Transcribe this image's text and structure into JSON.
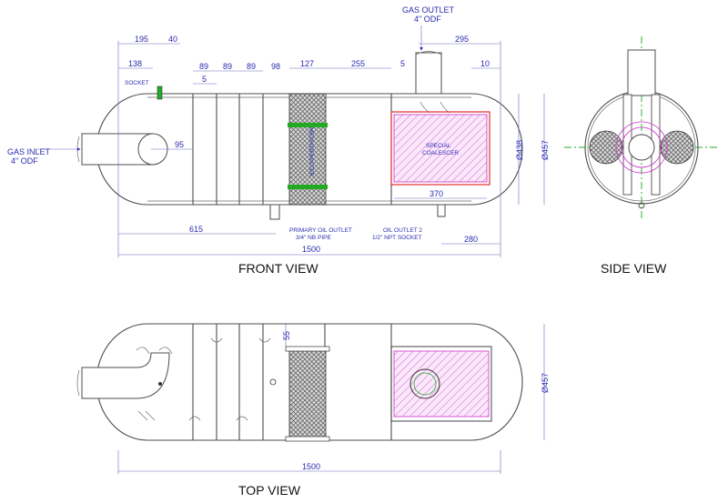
{
  "views": {
    "front": "FRONT VIEW",
    "side": "SIDE VIEW",
    "top": "TOP VIEW"
  },
  "labels": {
    "gas_inlet": "GAS INLET",
    "gas_inlet_size": "4\" ODF",
    "gas_outlet": "GAS OUTLET",
    "gas_outlet_size": "4\" ODF",
    "socket": "SOCKET",
    "primary_outlet": "PRIMARY OIL OUTLET",
    "primary_outlet_size": "3/4\" NB PIPE",
    "oil_outlet_2": "OIL OUTLET 2",
    "oil_outlet_2_size": "1/2\" NPT SOCKET",
    "coalescer_1": "SPECIAL",
    "coalescer_2": "COALESCER",
    "mesh": "MESH/DEMISTER"
  },
  "front_dims": {
    "d195": "195",
    "d40": "40",
    "d138": "138",
    "d89a": "89",
    "d89b": "89",
    "d89c": "89",
    "d98": "98",
    "d127": "127",
    "d255": "255",
    "d5a": "5",
    "d5b": "5",
    "d295": "295",
    "d10": "10",
    "d95": "95",
    "d370": "370",
    "d615": "615",
    "d280": "280",
    "d1500": "1500",
    "d438": "Ø438",
    "d457": "Ø457"
  },
  "top_dims": {
    "d55": "55",
    "d1500": "1500",
    "d457": "Ø457"
  },
  "colors": {
    "outline": "#4d4d4d",
    "dimension": "#2b2bb0",
    "coalescer": "#cc33cc",
    "frame": "#e03030",
    "center_line": "#22aa22"
  }
}
